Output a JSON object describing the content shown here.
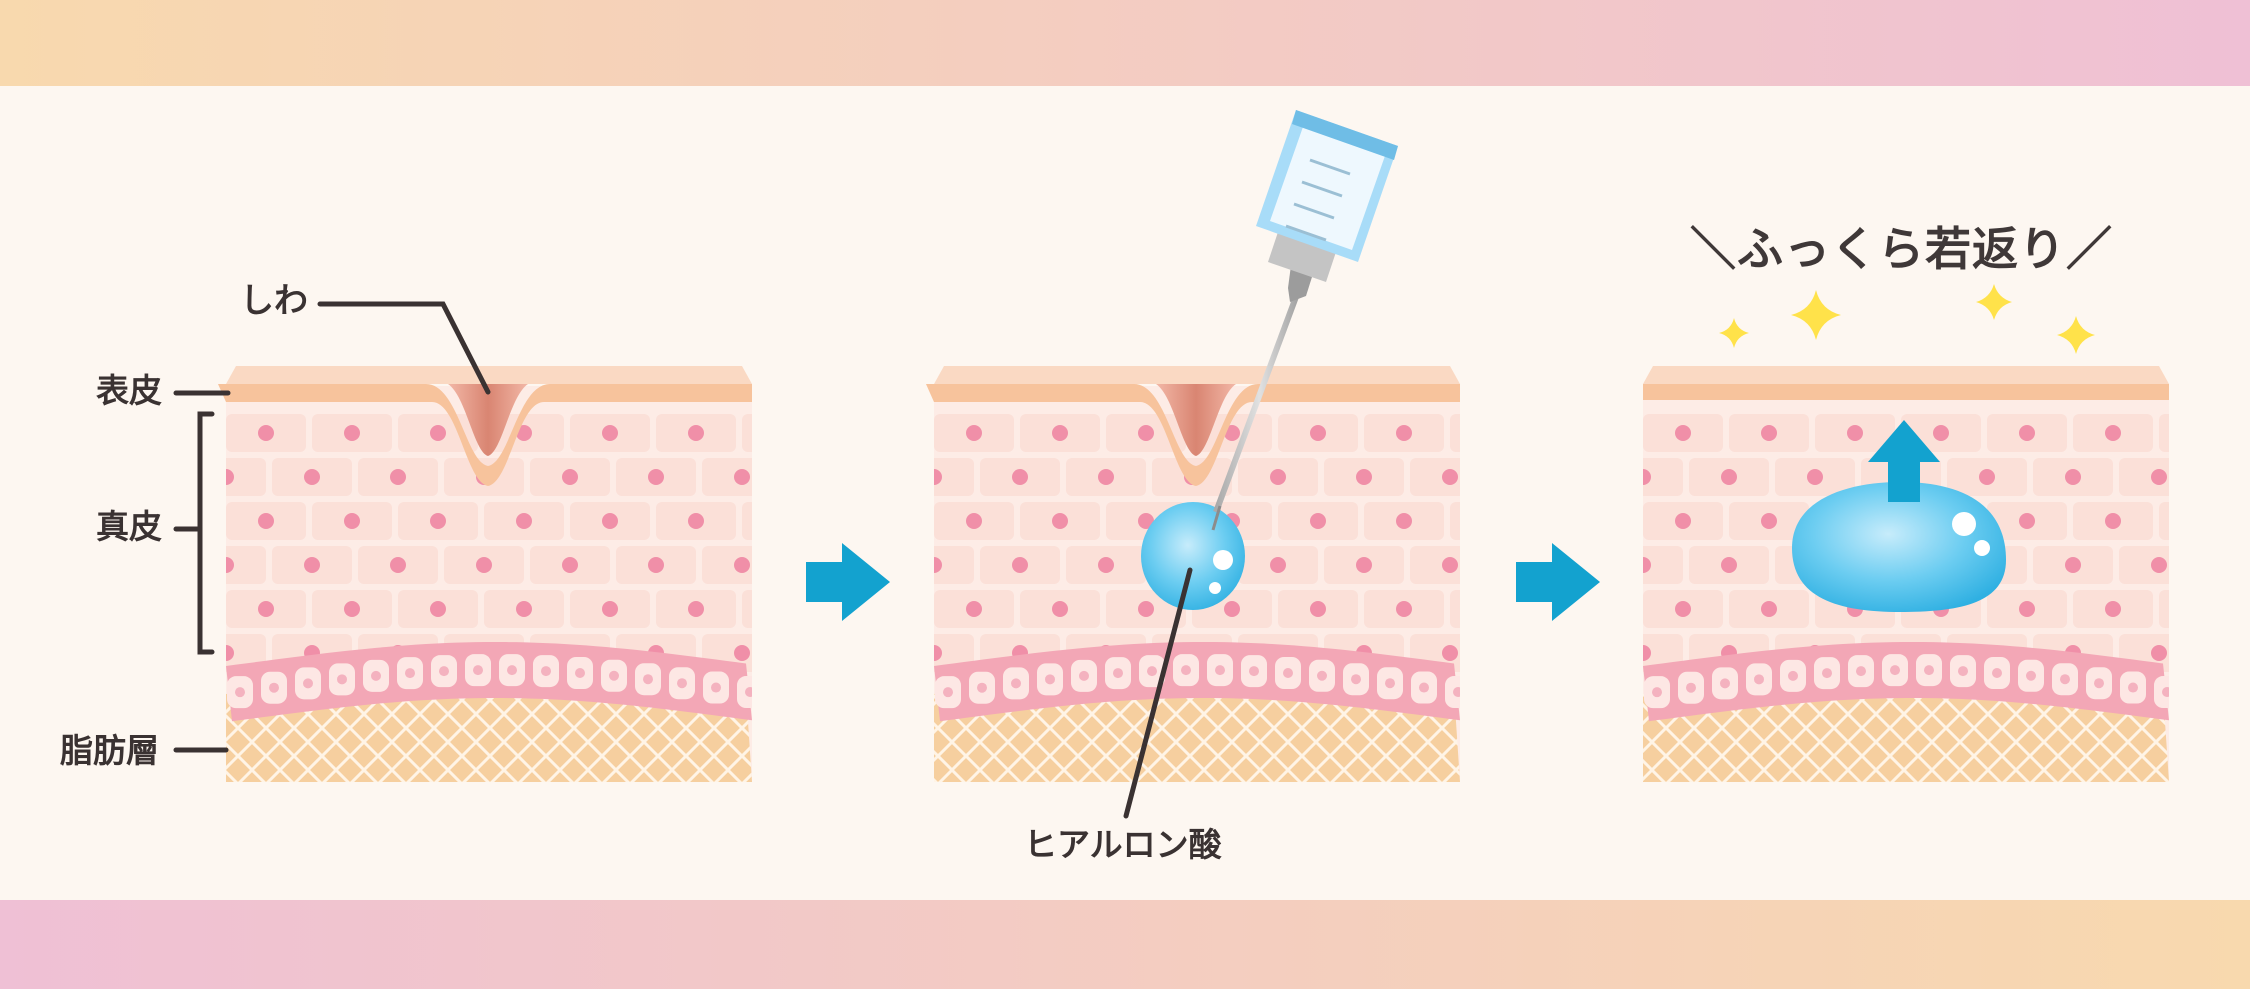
{
  "labels": {
    "wrinkle": "しわ",
    "epidermis": "表皮",
    "dermis": "真皮",
    "fat_layer": "脂肪層",
    "hyaluronic_acid": "ヒアルロン酸",
    "rejuvenation": "＼ふっくら若返り／"
  },
  "panels": [
    "wrinkle-before",
    "hyaluronic-injection",
    "plump-rejuvenated"
  ],
  "colors": {
    "banner_left": "#f8d9ae",
    "banner_right": "#efc0d5",
    "background": "#fdf7f1",
    "epidermis": "#f7c39c",
    "dermis_cell": "#fbe0d8",
    "dermis_nucleus": "#f08fa8",
    "fat": "#f6cf9f",
    "band": "#f3a7b6",
    "arrow": "#13a2cf",
    "hyaluronic": "#5ec6ee",
    "sparkle": "#ffe24a",
    "label_text": "#3a3232"
  },
  "icons": [
    "arrow-right-icon",
    "syringe-icon",
    "sparkle-icon",
    "arrow-up-icon"
  ]
}
